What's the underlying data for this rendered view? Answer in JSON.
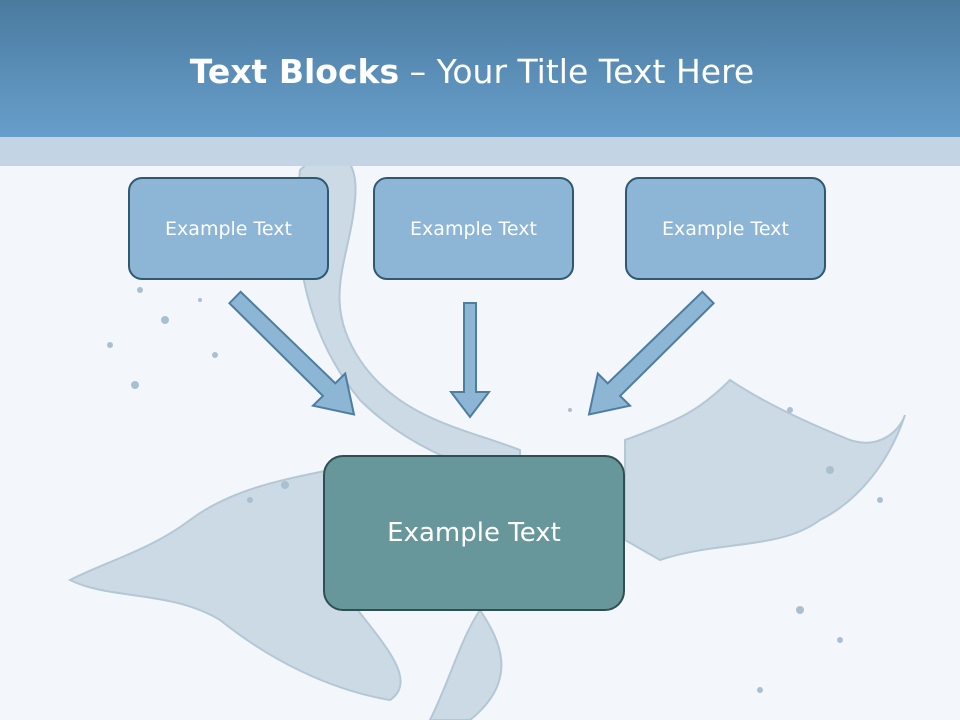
{
  "slide": {
    "title_bold": "Text Blocks",
    "title_rest": " – Your Title Text Here"
  },
  "blocks": {
    "top": [
      "Example Text",
      "Example Text",
      "Example Text"
    ],
    "center": "Example Text"
  },
  "colors": {
    "header": "#5b8fb8",
    "header_band": "#c3d5e4",
    "block_fill": "#8cb5d6",
    "center_fill": "#67979a",
    "arrow_fill": "#8db6d4",
    "arrow_stroke": "#4d7da1"
  }
}
